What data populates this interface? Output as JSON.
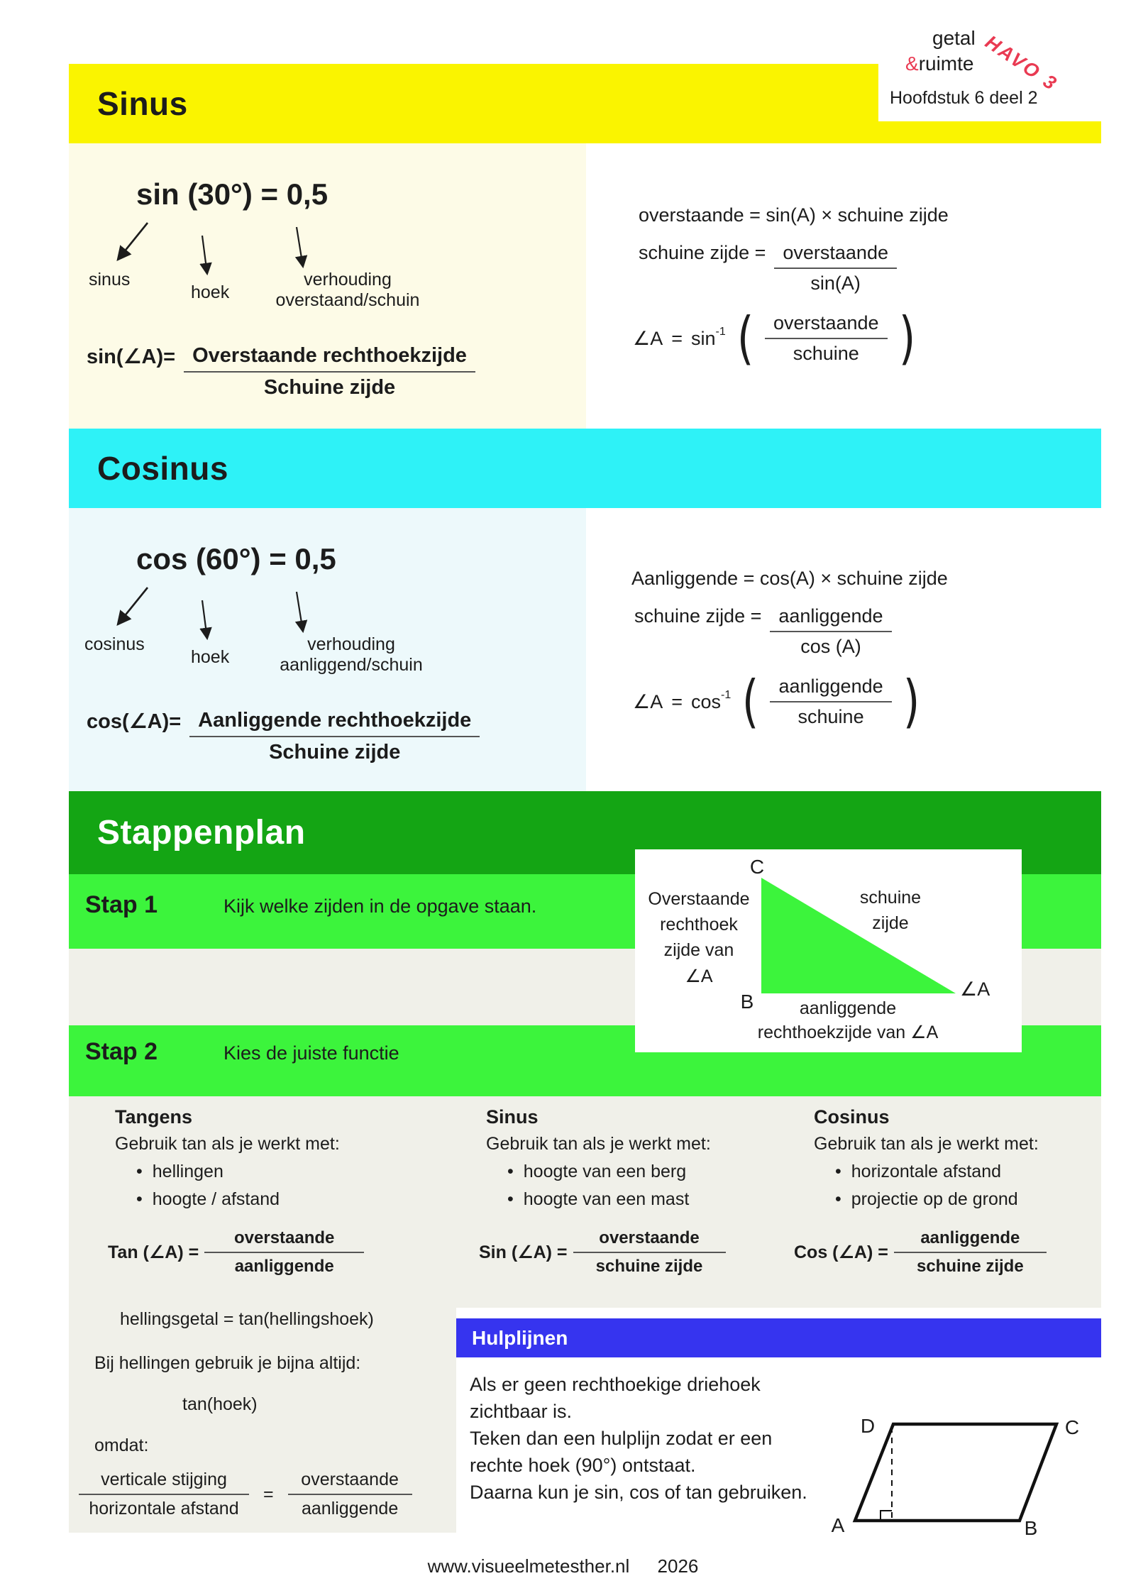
{
  "ui": {
    "bullet": "•",
    "paren_open": "(",
    "paren_close": ")"
  },
  "colors": {
    "yellow": "#FAF400",
    "cream": "#FDFBE7",
    "cyan": "#2EF2F7",
    "light_cyan": "#EDF9FB",
    "dark_green": "#14A514",
    "bright_green": "#3CF43C",
    "gray": "#F0F0E9",
    "blue": "#3634EF",
    "red": "#E93A52",
    "text": "#1C1C1C"
  },
  "header": {
    "logo_top": "getal",
    "logo_amp": "&",
    "logo_bottom": "ruimte",
    "badge": "HAVO 3",
    "subtitle": "Hoofdstuk 6 deel 2"
  },
  "sinus": {
    "title": "Sinus",
    "example": "sin (30°) = 0,5",
    "labels": {
      "left": "sinus",
      "middle": "hoek",
      "right_line1": "verhouding",
      "right_line2": "overstaand/schuin"
    },
    "formula": {
      "prefix": "sin(∠A)=",
      "numerator": "Overstaande rechthoekzijde",
      "denominator": "Schuine zijde"
    },
    "rules": {
      "line1": "overstaande = sin(A) × schuine zijde",
      "line2_prefix": "schuine zijde =",
      "line2_num": "overstaande",
      "line2_den": "sin(A)",
      "line3_angle": "∠A",
      "line3_eq": "=",
      "line3_fn": "sin",
      "line3_sup": "-1",
      "line3_num": "overstaande",
      "line3_den": "schuine"
    }
  },
  "cosinus": {
    "title": "Cosinus",
    "example": "cos (60°) = 0,5",
    "labels": {
      "left": "cosinus",
      "middle": "hoek",
      "right_line1": "verhouding",
      "right_line2": "aanliggend/schuin"
    },
    "formula": {
      "prefix": "cos(∠A)=",
      "numerator": "Aanliggende rechthoekzijde",
      "denominator": "Schuine zijde"
    },
    "rules": {
      "line1": "Aanliggende = cos(A) × schuine zijde",
      "line2_prefix": "schuine zijde =",
      "line2_num": "aanliggende",
      "line2_den": "cos (A)",
      "line3_angle": "∠A",
      "line3_eq": "=",
      "line3_fn": "cos",
      "line3_sup": "-1",
      "line3_num": "aanliggende",
      "line3_den": "schuine"
    }
  },
  "stappenplan": {
    "title": "Stappenplan",
    "stap1": {
      "label": "Stap 1",
      "text": "Kijk welke zijden in de opgave staan."
    },
    "stap2": {
      "label": "Stap 2",
      "text": "Kies de juiste functie"
    },
    "triangle": {
      "vertex_c": "C",
      "vertex_b": "B",
      "angle_a": "∠A",
      "left_lines": [
        "Overstaande",
        "rechthoek",
        "zijde van",
        "∠A"
      ],
      "hyp_lines": [
        "schuine",
        "zijde"
      ],
      "base_lines": [
        "aanliggende",
        "rechthoekzijde van ∠A"
      ]
    },
    "columns": [
      {
        "title": "Tangens",
        "intro": "Gebruik tan als je werkt met:",
        "bullets": [
          "hellingen",
          "hoogte / afstand"
        ],
        "formula_prefix": "Tan (∠A) =",
        "numerator": "overstaande",
        "denominator": "aanliggende"
      },
      {
        "title": "Sinus",
        "intro": "Gebruik tan als je werkt met:",
        "bullets": [
          "hoogte van een berg",
          "hoogte van een mast"
        ],
        "formula_prefix": "Sin (∠A) =",
        "numerator": "overstaande",
        "denominator": "schuine zijde"
      },
      {
        "title": "Cosinus",
        "intro": "Gebruik tan als je werkt met:",
        "bullets": [
          "horizontale afstand",
          "projectie op de grond"
        ],
        "formula_prefix": "Cos (∠A) =",
        "numerator": "aanliggende",
        "denominator": "schuine zijde"
      }
    ],
    "helling": {
      "line1": "hellingsgetal = tan(hellingshoek)",
      "line2": "Bij hellingen gebruik je bijna altijd:",
      "line3": "tan(hoek)",
      "line4": "omdat:",
      "frac1_num": "verticale stijging",
      "frac1_den": "horizontale afstand",
      "equals": "=",
      "frac2_num": "overstaande",
      "frac2_den": "aanliggende"
    }
  },
  "hulplijnen": {
    "title": "Hulplijnen",
    "lines": [
      "Als er geen rechthoekige driehoek",
      "zichtbaar is.",
      "Teken dan een hulplijn zodat er een",
      "rechte hoek (90°) ontstaat.",
      "Daarna kun je sin, cos of tan gebruiken."
    ],
    "labels": {
      "a": "A",
      "b": "B",
      "c": "C",
      "d": "D"
    }
  },
  "footer": {
    "site": "www.visueelmetesther.nl",
    "year": "2026"
  }
}
